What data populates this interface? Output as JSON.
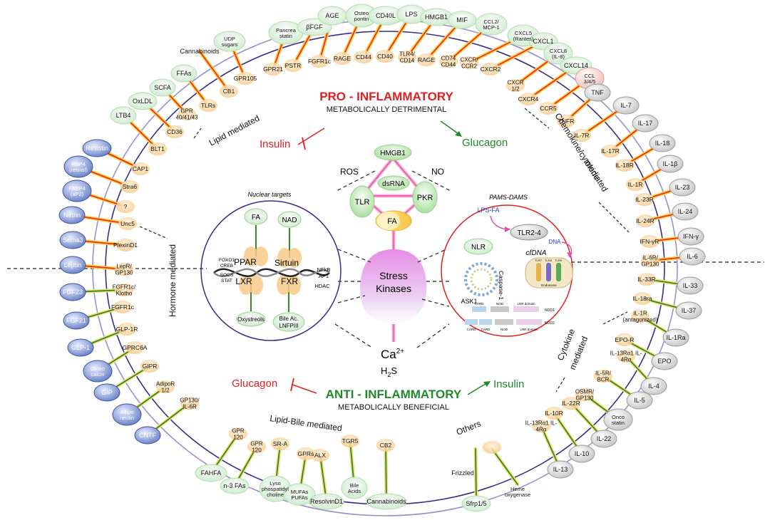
{
  "center": {
    "pro_title": "PRO - INFLAMMATORY",
    "pro_sub": "METABOLICALLY DETRIMENTAL",
    "anti_title": "ANTI - INFLAMMATORY",
    "anti_sub": "METABOLICALLY BENEFICIAL",
    "insulin_top": "Insulin",
    "glucagon_top": "Glucagon",
    "glucagon_bottom": "Glucagon",
    "insulin_bottom": "Insulin",
    "ros": "ROS",
    "no": "NO",
    "hmgb1": "HMGB1",
    "dsrna": "dsRNA",
    "tlr": "TLR",
    "pkr": "PKR",
    "fa": "FA",
    "stress1": "Stress",
    "stress2": "Kinases",
    "ca": "Ca",
    "ca_sup": "2+",
    "h2s": "H",
    "h2s_sub": "2",
    "h2s_end": "S"
  },
  "categories": {
    "lipid": "Lipid mediated",
    "chemokine1": "Chemokine/cytokine",
    "chemokine2": "mediated",
    "hormone": "Hormone mediated",
    "cytokine1": "Cytokine",
    "cytokine2": "mediated",
    "lipidbile": "Lipid-Bile  mediated",
    "others": "Others"
  },
  "nuclear": {
    "title": "Nuclear targets",
    "fa": "FA",
    "nad": "NAD",
    "ppar": "PPAR",
    "sirtuin": "Sirtuin",
    "lxr": "LXR",
    "fxr": "FXR",
    "oxysterols": "Oxystreols",
    "bile": "Bile Ac.",
    "lnfpiii": "LNFPIII",
    "foxo1": "FOXO1",
    "creb": "CREB",
    "socs": "SOCS",
    "stat": "STAT",
    "nfkb": "NFkB",
    "ap1": "AP1",
    "hdac": "HDAC"
  },
  "pams": {
    "title": "PAMS-DAMS",
    "lpsfa": "LPS-FA",
    "tlr24": "TLR2-4",
    "nlr": "NLR",
    "cfdna": "cfDNA",
    "dna": "DNA",
    "ask1": "ASK1",
    "casp": "Caspase-1",
    "endosome": "Endosome",
    "tlr_a": "TLR7",
    "tlr_b": "TLR8",
    "tlr_c": "TLR9",
    "card1": "CARD",
    "nod1": "NOD",
    "lrr1": "LRR domain",
    "nod1name": "NOD1",
    "card2": "CARD",
    "card3": "CARD",
    "nod2": "NOD",
    "lrr2": "LRR domain",
    "nod2name": "NOD2"
  },
  "ligands": {
    "cannabinoids": "Cannabinoids",
    "udp1": "UDP",
    "udp2": "sugars",
    "pancreastatin1": "Pancrea",
    "pancreastatin2": "statin",
    "bfgf": "βFGF",
    "age": "AGE",
    "osteopontin1": "Osteo",
    "osteopontin2": "pontin",
    "cd40l": "CD40L",
    "lps": "LPS",
    "hmgb1": "HMGB1",
    "mif": "MIF",
    "ccl2a": "CCL2/",
    "ccl2b": "MCP-1",
    "cxcl5a": "CXCL5",
    "cxcl5b": "(Rantes)",
    "cxcl1": "CXCL1",
    "cxcl8a": "CXCL8",
    "cxcl8b": "(IL-8)",
    "cxcl14": "CXCL14",
    "ccl345a": "CCL",
    "ccl345b": "3/4/5",
    "tnf": "TNF",
    "il7": "IL-7",
    "il17": "IL-17",
    "il18": "IL-18",
    "il1b": "IL-1β",
    "il23": "IL-23",
    "il24": "IL-24",
    "ifng": "IFN-γ",
    "il6": "IL-6",
    "il33": "IL-33",
    "il37": "IL-37",
    "il1ra": "IL-1Ra",
    "epo": "EPO",
    "il4": "IL-4",
    "il5": "IL-5",
    "oncostatin1": "Onco",
    "oncostatin2": "statin",
    "il22": "IL-22",
    "il10": "IL-10",
    "il13": "IL-13",
    "ffas": "FFAs",
    "scfa": "SCFA",
    "oxldl": "OxLDL",
    "ltb4": "LTB4",
    "resistin": "Resistin",
    "rbp4a": "RBP4",
    "rbp4b": "(retinol)",
    "fabp4a": "FABP4",
    "fabp4b": "(aP2)",
    "netrin": "Netrin",
    "sema3": "Sema3",
    "leptin": "Leptin",
    "fgf23": "FGF23",
    "fgf21": "FGF21",
    "glp1": "GLP-1",
    "osteocalcin1": "Osteo",
    "osteocalcin2": "calcin",
    "gip": "GIP",
    "adiponectin1": "Adipo",
    "adiponectin2": "nectin",
    "cntf": "CNTF",
    "fahfa": "FAHFA",
    "n3": "n-3 FAs",
    "lyso1": "Lyso",
    "lyso2": "phospatidyl",
    "lyso3": "choline",
    "mufas": "MUFAs",
    "pufas": "PUFAs",
    "resolvin": "ResolvinD1",
    "bileacids1": "Bile",
    "bileacids2": "Acids",
    "cannabinoids2": "Cannabinoids",
    "frizzled": "Frizzled",
    "sfrp": "Sfrp1/5",
    "heme1": "Heme",
    "heme2": "oxygenase"
  },
  "receptors": {
    "cb1": "CB1",
    "tlrs": "TLRs",
    "gpr434143a": "GPR",
    "gpr434143b": "40/41/43",
    "gpr105": "GPR105",
    "gpr21": "GPR21",
    "pstr": "PSTR",
    "fgfr1c": "FGFR1c",
    "rage": "RAGE",
    "cd44": "CD44",
    "cd40": "CD40",
    "tlr4a": "TLR4/",
    "tlr4b": "CD14",
    "rage2": "RAGE",
    "cd74a": "CD74",
    "cd74b": "CD44",
    "cxcr_a": "CXCR/",
    "cxcr_b": "CCR2",
    "cxcr2": "CXCR2",
    "cxcr12a": "CXCR",
    "cxcr12b": "1/2",
    "cxcr4": "CXCR4",
    "ccr5": "CCR5",
    "tnfr": "TNFR",
    "il7r": "IL-7R",
    "il17r": "IL-17R",
    "il18r": "IL-18R",
    "il1r": "IL-1R",
    "il23r": "IL-23R",
    "il24r": "IL-24R",
    "ifngr": "IFN-γR",
    "il6ra": "IL-6R/",
    "il6rb": "GP130",
    "il33r": "IL-33R",
    "il18ra": "IL-18ra",
    "il1ranta": "IL-1R",
    "il1rantb": "(antagonized)",
    "epor": "EPO-R",
    "il13ra": "IL-13Rα1 IL-",
    "il13rb": "4Rα",
    "il5ra": "IL-5R/",
    "il5rb": "BCR",
    "osmra": "OSMR/",
    "osmrb": "GP130",
    "il22r": "IL-22R",
    "il10r": "IL-10R",
    "il13r2a": "IL-13Rα1 IL-",
    "il13r2b": "4Rα",
    "cd36": "CD36",
    "blt1": "BLT1",
    "cap1": "CAP1",
    "stra6": "Stra6",
    "q": "?",
    "unc5": "Unc5",
    "plexind1": "PlexinD1",
    "lepra": "LepR/",
    "leprb": "GP130",
    "fgfr1ka": "FGFR1c/",
    "fgfr1kb": "Klotho",
    "fgfr1c2": "FGFR1c",
    "glp1r": "GLP-1R",
    "gprc6a": "GPRC6A",
    "gipr": "GIPR",
    "adipora": "AdipoR",
    "adiporb": "1/2",
    "gp130a": "GP130/",
    "gp130b": "IL-6R",
    "gpr120a": "GPR",
    "gpr120b": "120",
    "gpr120c": "GPR",
    "gpr120d": "120",
    "sra": "SR-A",
    "gprs": "GPRs",
    "alx": "ALX",
    "tgr5": "TGR5",
    "cb2": "CB2"
  }
}
